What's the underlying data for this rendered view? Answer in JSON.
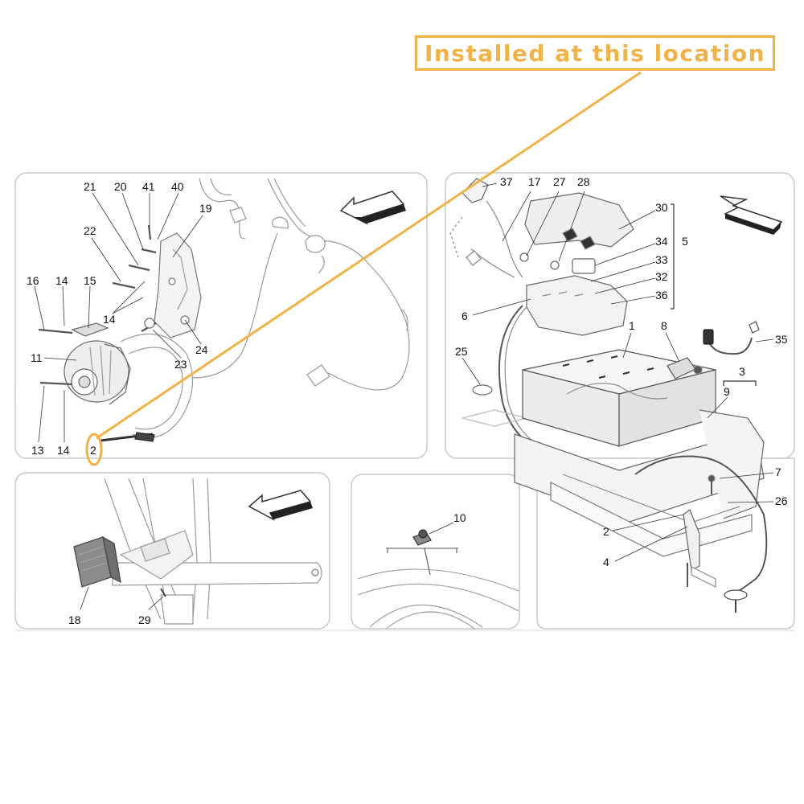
{
  "callout": {
    "text": "Installed at this location",
    "color": "#F1B347"
  },
  "highlight_part": "2",
  "panels": {
    "engine_alternator": {
      "labels": [
        "21",
        "20",
        "41",
        "40",
        "19",
        "22",
        "16",
        "14",
        "15",
        "14",
        "11",
        "23",
        "24",
        "13",
        "14",
        "2"
      ],
      "arrow": "arrow-left-icon"
    },
    "battery_assembly": {
      "labels": [
        "37",
        "17",
        "27",
        "28",
        "30",
        "34",
        "5",
        "33",
        "32",
        "36",
        "6",
        "1",
        "8",
        "35",
        "25",
        "3",
        "9",
        "7",
        "26",
        "2",
        "4"
      ],
      "arrow": "arrow-right-icon"
    },
    "module_bracket": {
      "labels": [
        "18",
        "29"
      ],
      "arrow": "arrow-left-icon"
    },
    "sensor_detail": {
      "labels": [
        "10"
      ]
    }
  }
}
